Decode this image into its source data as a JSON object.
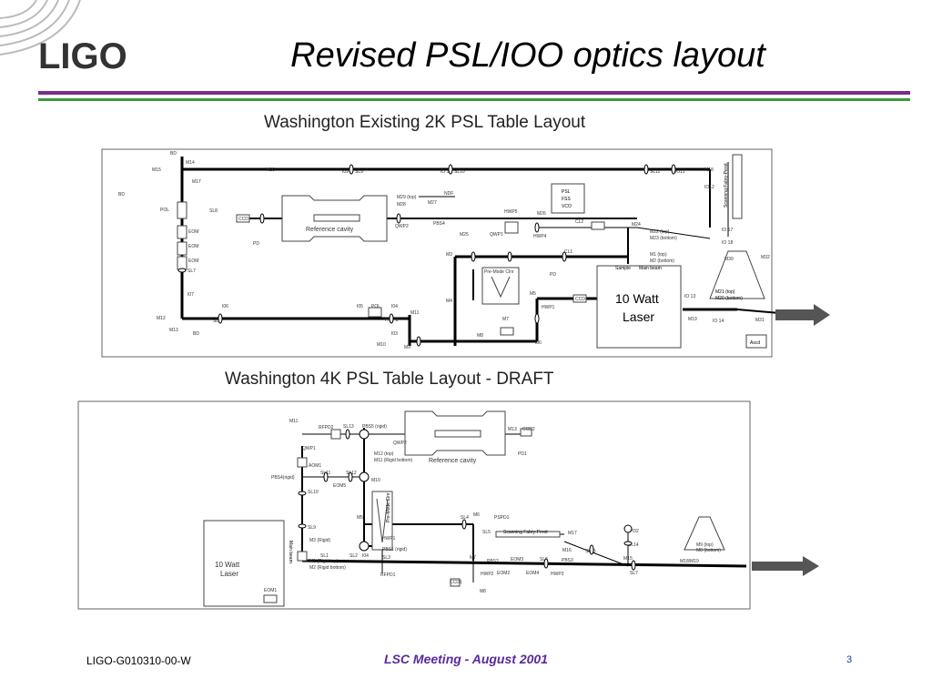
{
  "slide": {
    "title": "Revised PSL/IOO optics layout",
    "logo_text": "LIGO"
  },
  "panel1": {
    "title": "Washington Existing 2K PSL Table Layout",
    "labels": {
      "laser": "10 Watt",
      "laser2": "Laser",
      "ref_cavity": "Reference cavity",
      "premode": "Pre-Mode Clnr",
      "pslfss": "PSL",
      "pslfss2": "FSS",
      "pslfss3": "VCO",
      "sample": "Sample",
      "mainbeam": "Main beam",
      "scanning": "Scanning Fabry-Perot",
      "ascd": "Ascd",
      "m21": "M21 (top)",
      "m20": "M20 (bottom)",
      "m22": "M22 (top)",
      "m23": "M23 (bottom)",
      "m1": "M1 (top)",
      "m2": "M2 (bottom)",
      "m29": "M29 (top)",
      "m28": "M28",
      "pol": "POL",
      "eom": "EOM",
      "ccd": "CCD",
      "m15": "M15",
      "m16": "M16",
      "m17": "M17",
      "m14": "M14",
      "m18": "M18",
      "m12": "M12",
      "m13": "M13",
      "bd": "BD",
      "sl7": "SL7",
      "sl8": "SL8",
      "sl9": "SL9",
      "sl10": "SL10",
      "sl11": "SL11",
      "sl6": "SL6",
      "i07": "I07",
      "i06": "I06",
      "i05": "I05",
      "i04": "I04",
      "i03": "I03",
      "i09": "I09",
      "i010": "IO 10",
      "i011": "IO11",
      "i012": "IO12",
      "m30": "M30",
      "m31": "M31",
      "m19": "M19",
      "m32": "M32",
      "m24": "M24",
      "m25": "M25",
      "m26": "M26",
      "m27": "M27",
      "pbs4": "PBS4",
      "qwp1": "QWP1",
      "qwp2": "QWP2",
      "hwp3": "HWP3",
      "hwp4": "HWP4",
      "hwp5": "HWP5",
      "hwp1": "HWP1",
      "ndf": "NDF",
      "pd": "PD",
      "cl1": "CL1",
      "cl2": "CL2",
      "i017": "IO 17",
      "i018": "IO 18",
      "i014": "IO 14",
      "i013": "IO 13",
      "m3": "M3",
      "m4": "M4",
      "m5": "M5",
      "m6": "M6",
      "m7": "M7",
      "m8": "M8",
      "m9": "M9",
      "m10": "M10",
      "m11": "M11"
    }
  },
  "panel2": {
    "title": "Washington 4K PSL Table Layout - DRAFT",
    "labels": {
      "laser": "10 Watt",
      "laser2": "Laser",
      "ref_cavity": "Reference cavity",
      "premode": "Pre-Mode Clnr",
      "scanning": "Scanning Fabry-Perot",
      "mainbeam": "Main beam",
      "m11": "M11",
      "rfpd2": "RFPD2",
      "sl13": "SL13",
      "pbs5": "PBS5 (rigid)",
      "m13": "M13",
      "ccd2": "CCD2",
      "qwp2": "QWP2",
      "qwp1": "QWP1",
      "pd1": "PD1",
      "m12": "M12 (top)",
      "m11b": "M11 (Rigid bottom)",
      "aom1": "AOM1",
      "sl11": "SL11",
      "sl12": "SL12",
      "pbs4": "PBS4(rigid)",
      "eom5": "EOM5",
      "m10": "M10",
      "sl10": "SL10",
      "sl9": "SL9",
      "m5": "M5",
      "sl4": "SL4",
      "m6": "M6",
      "pspd1": "PSPD1",
      "sl5": "SL5",
      "m17": "M17",
      "pd2": "PD2",
      "m3": "M3 (Rigid)",
      "hwp1": "HWP1",
      "pbs1": "PBS1 (rigid)",
      "m16": "M16",
      "sl15": "SL15",
      "sl14": "SL14",
      "m9": "M9 (top)",
      "m8": "M8 (bottom)",
      "sl1": "SL1",
      "sl2": "SL2",
      "i04": "I04",
      "sl3": "SL3",
      "m1": "M1 (Rigid top)",
      "m2": "M2 (Rigid bottom)",
      "m7": "M7",
      "pbs2": "PBS2",
      "eom3": "EOM3",
      "sl6": "SL6",
      "pbs3": "PBS3",
      "m15": "M15",
      "hwp2": "HWP2",
      "eom2": "EOM2",
      "eom4": "EOM4",
      "hwp3": "HWP3",
      "sl7": "SL7",
      "rfpd1": "RFPD1",
      "ccd1": "CCD1",
      "m8b": "M8",
      "eom1": "EOM1",
      "m18": "M18/M19"
    }
  },
  "footer": {
    "doc_id": "LIGO-G010310-00-W",
    "meeting": "LSC Meeting - August 2001",
    "page": "3"
  },
  "colors": {
    "title_rule_purple": "#7a2c8c",
    "title_rule_green": "#3c9a3c",
    "footer_meeting": "#5a2a9c",
    "page_number": "#1a3aa0",
    "output_arrow": "#555555"
  }
}
